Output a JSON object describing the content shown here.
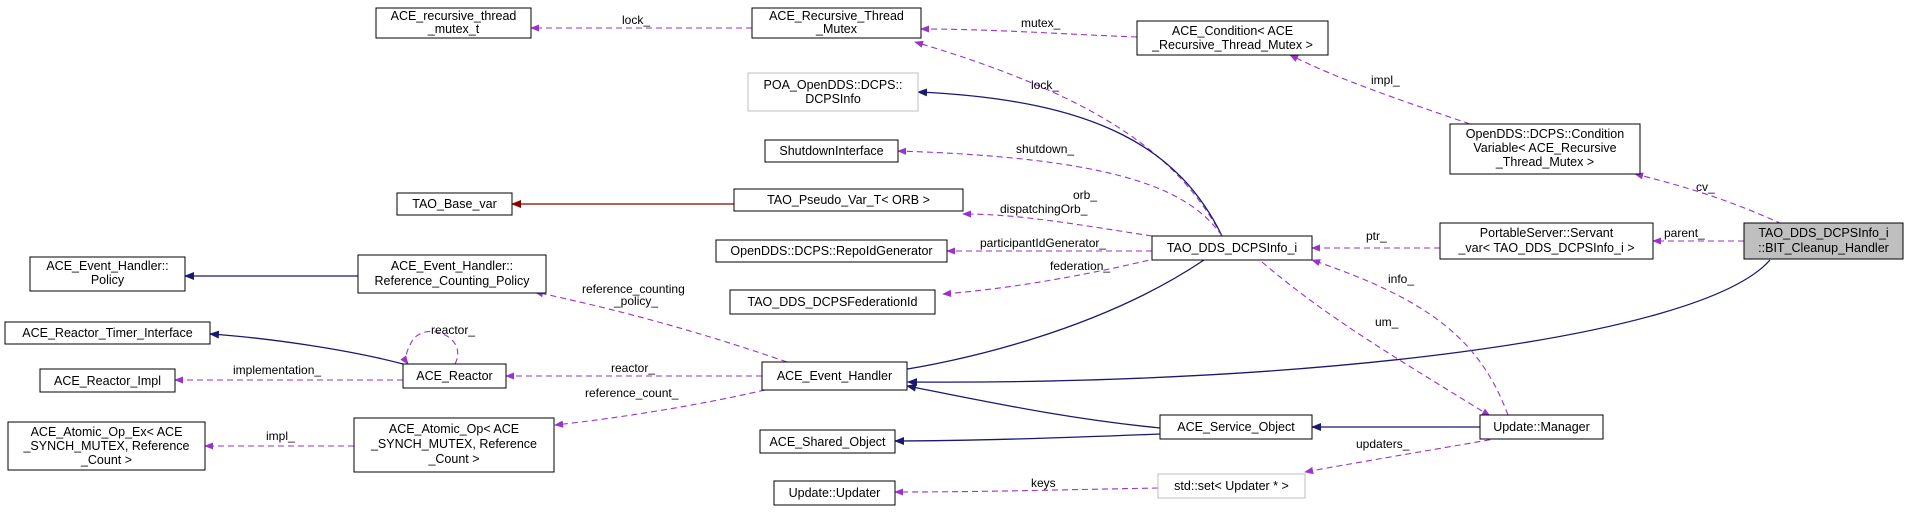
{
  "nodes": {
    "ace_recursive_thread_mutex_t": [
      "ACE_recursive_thread",
      "_mutex_t"
    ],
    "ace_recursive_thread_mutex": [
      "ACE_Recursive_Thread",
      "_Mutex"
    ],
    "ace_condition": [
      "ACE_Condition< ACE",
      "_Recursive_Thread_Mutex >"
    ],
    "poa_dcpsinfo": [
      "POA_OpenDDS::DCPS::",
      "DCPSInfo"
    ],
    "condition_variable": [
      "OpenDDS::DCPS::Condition",
      "Variable< ACE_Recursive",
      "_Thread_Mutex >"
    ],
    "shutdown_interface": [
      "ShutdownInterface"
    ],
    "tao_base_var": [
      "TAO_Base_var"
    ],
    "tao_pseudo_var": [
      "TAO_Pseudo_Var_T< ORB >"
    ],
    "policy": [
      "ACE_Event_Handler::",
      "Policy"
    ],
    "reference_counting_policy": [
      "ACE_Event_Handler::",
      "Reference_Counting_Policy"
    ],
    "repoid_generator": [
      "OpenDDS::DCPS::RepoIdGenerator"
    ],
    "dcpsinfo_i": [
      "TAO_DDS_DCPSInfo_i"
    ],
    "servant_var": [
      "PortableServer::Servant",
      "_var< TAO_DDS_DCPSInfo_i >"
    ],
    "bit_cleanup_handler": [
      "TAO_DDS_DCPSInfo_i",
      "::BIT_Cleanup_Handler"
    ],
    "federation_id": [
      "TAO_DDS_DCPSFederationId"
    ],
    "reactor_timer_interface": [
      "ACE_Reactor_Timer_Interface"
    ],
    "reactor_impl": [
      "ACE_Reactor_Impl"
    ],
    "reactor": [
      "ACE_Reactor"
    ],
    "event_handler": [
      "ACE_Event_Handler"
    ],
    "atomic_op_ex": [
      "ACE_Atomic_Op_Ex< ACE",
      "_SYNCH_MUTEX, Reference",
      "_Count >"
    ],
    "atomic_op": [
      "ACE_Atomic_Op< ACE",
      "_SYNCH_MUTEX, Reference",
      "_Count >"
    ],
    "shared_object": [
      "ACE_Shared_Object"
    ],
    "service_object": [
      "ACE_Service_Object"
    ],
    "update_manager": [
      "Update::Manager"
    ],
    "update_updater": [
      "Update::Updater"
    ],
    "std_set": [
      "std::set< Updater * >"
    ]
  },
  "edge_labels": {
    "lock_1": "lock_",
    "mutex": "mutex_",
    "lock_2": "lock_",
    "impl_1": "impl_",
    "cv": "cv_",
    "shutdown": "shutdown_",
    "orb": "orb_",
    "dispatching_orb": "dispatchingOrb_",
    "participant_id_generator": "participantIdGenerator_",
    "ptr": "ptr_",
    "parent": "parent_",
    "federation": "federation_",
    "reference_counting_policy": "reference_counting",
    "reference_counting_policy_2": "_policy_",
    "info": "info_",
    "reactor_self": "reactor_",
    "um": "um_",
    "implementation": "implementation_",
    "reactor": "reactor_",
    "reference_count": "reference_count_",
    "impl_2": "impl_",
    "updaters": "updaters_",
    "keys": "keys"
  },
  "colors": {
    "usage_edge": "#9a32cd",
    "inheritance_edge": "#191970",
    "template_edge": "#8b0000",
    "focus_fill": "#bfbfbf",
    "ghost_border": "#bfbfbf"
  }
}
